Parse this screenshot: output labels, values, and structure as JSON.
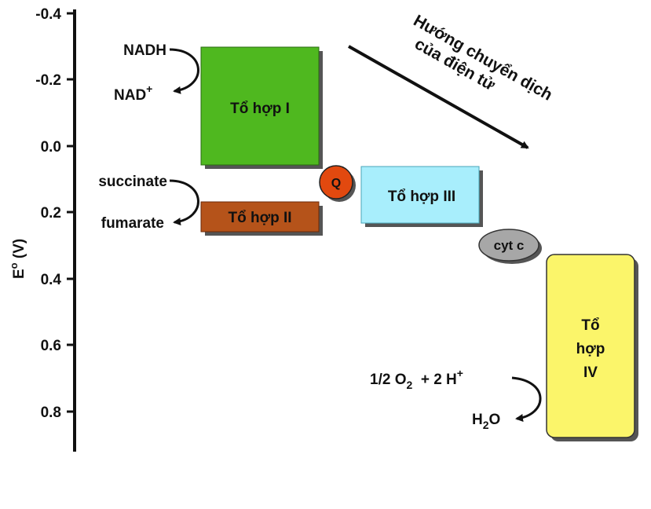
{
  "axis": {
    "label": "E",
    "label_sup": "o",
    "label_unit": " (V)",
    "ticks": [
      "-0.4",
      "-0.2",
      "0.0",
      "0.2",
      "0.4",
      "0.6",
      "0.8"
    ]
  },
  "direction": {
    "line1": "Hướng chuyển dịch",
    "line2": "của điện tử"
  },
  "complexes": {
    "c1": "Tổ hợp I",
    "c2": "Tổ hợp II",
    "c3": "Tổ hợp III",
    "c4_line1": "Tổ",
    "c4_line2": "hợp",
    "c4_line3": "IV"
  },
  "carriers": {
    "q": "Q",
    "cytc": "cyt c"
  },
  "substrates": {
    "nadh": "NADH",
    "nad": "NAD",
    "nad_sup": "+",
    "succinate": "succinate",
    "fumarate": "fumarate",
    "o2_a": "1/2 O",
    "o2_sub": "2",
    "o2_b": "  + 2 H",
    "o2_sup": "+",
    "h2o_a": "H",
    "h2o_sub": "2",
    "h2o_b": "O"
  },
  "colors": {
    "complex1": "#4fb81f",
    "complex2": "#b5531a",
    "complex3": "#a8eefc",
    "complex4": "#fbf56a",
    "q": "#e2490f",
    "cytc": "#a7a7a7"
  }
}
